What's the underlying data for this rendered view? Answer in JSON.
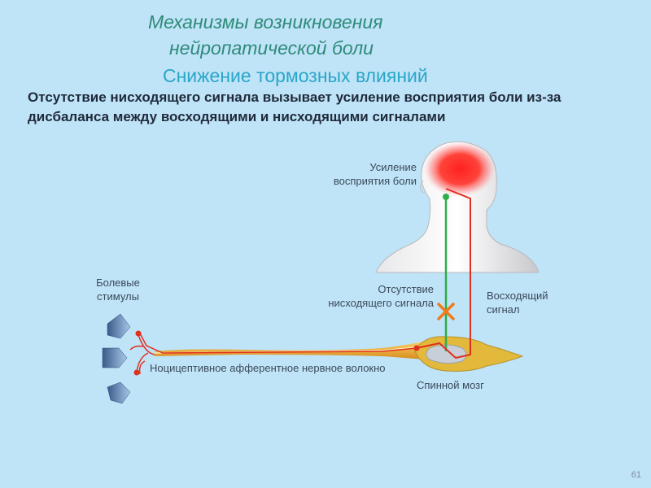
{
  "title_line1": "Механизмы возникновения",
  "title_line2": "нейропатической боли",
  "subtitle": "Снижение тормозных влияний",
  "lead": "Отсутствие нисходящего сигнала вызывает усиление восприятия боли из-за дисбаланса между восходящими и нисходящими сигналами",
  "labels": {
    "pain_perception": "Усиление\nвосприятия боли",
    "pain_stimuli": "Болевые\nстимулы",
    "no_descending": "Отсутствие\nнисходящего сигнала",
    "ascending": "Восходящий\nсигнал",
    "fiber": "Ноцицептивное афферентное нервное волокно",
    "spinal_cord": "Спинной мозг"
  },
  "page_number": "61",
  "colors": {
    "background": "#bfe3f7",
    "title": "#2e8b7a",
    "subtitle": "#2aa6c8",
    "descending_signal": "#2fae4a",
    "ascending_signal": "#e0301e",
    "block_mark": "#f07a1a",
    "nerve_fiber": "#e8a52a",
    "brain_glow": "#ff2020"
  },
  "icons": [
    "cross-mark-icon",
    "stimulus-arrow-icon",
    "nerve-ending-icon"
  ]
}
